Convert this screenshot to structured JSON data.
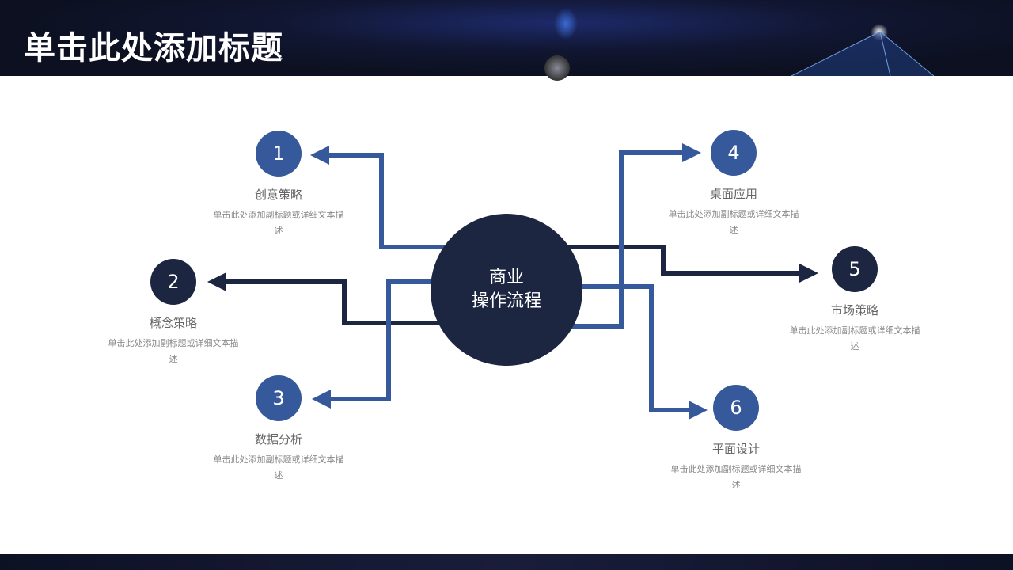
{
  "title": "单击此处添加标题",
  "center": {
    "line1": "商业",
    "line2": "操作流程"
  },
  "colors": {
    "blue": "#35599a",
    "dark": "#1c2641"
  },
  "nodes": [
    {
      "num": "1",
      "label": "创意策略",
      "desc": "单击此处添加副标题或详细文本描述"
    },
    {
      "num": "2",
      "label": "概念策略",
      "desc": "单击此处添加副标题或详细文本描述"
    },
    {
      "num": "3",
      "label": "数据分析",
      "desc": "单击此处添加副标题或详细文本描述"
    },
    {
      "num": "4",
      "label": "桌面应用",
      "desc": "单击此处添加副标题或详细文本描述"
    },
    {
      "num": "5",
      "label": "市场策略",
      "desc": "单击此处添加副标题或详细文本描述"
    },
    {
      "num": "6",
      "label": "平面设计",
      "desc": "单击此处添加副标题或详细文本描述"
    }
  ]
}
